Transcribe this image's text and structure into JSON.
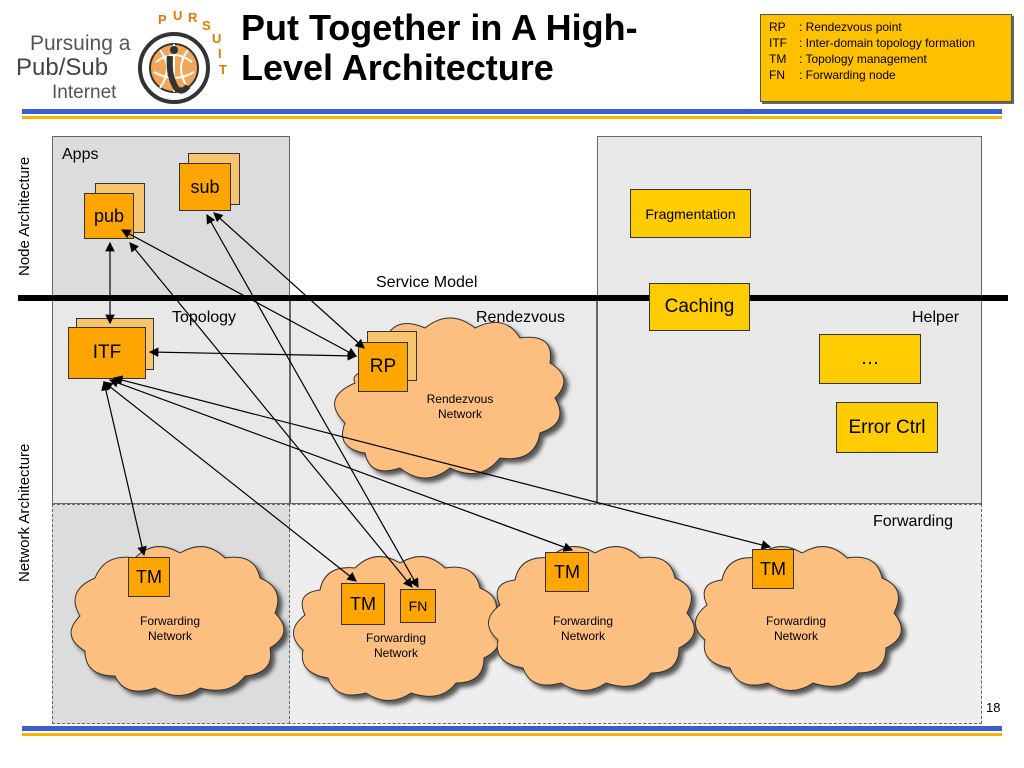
{
  "logo": {
    "line1": "Pursuing a",
    "line2": "Pub/Sub",
    "line3": "Internet",
    "brand": "PURSUIT",
    "brand_letters": [
      "P",
      "U",
      "R",
      "S",
      "U",
      "I",
      "T"
    ]
  },
  "title": {
    "line1": "Put Together in A High-",
    "line2": "Level Architecture"
  },
  "legend": [
    {
      "abbr": "RP",
      "desc": ": Rendezvous point"
    },
    {
      "abbr": "ITF",
      "desc": ": Inter-domain topology formation"
    },
    {
      "abbr": "TM",
      "desc": ": Topology management"
    },
    {
      "abbr": "FN",
      "desc": ": Forwarding node"
    }
  ],
  "side_labels": {
    "node": "Node Architecture",
    "network": "Network Architecture"
  },
  "regions": {
    "apps": "Apps",
    "service_model": "Service Model",
    "topology": "Topology",
    "rendezvous": "Rendezvous",
    "helper": "Helper",
    "forwarding": "Forwarding"
  },
  "nodes": {
    "pub": "pub",
    "sub": "sub",
    "itf": "ITF",
    "rp": "RP",
    "tm": "TM",
    "fn": "FN"
  },
  "helpers": {
    "fragmentation": "Fragmentation",
    "caching": "Caching",
    "ellipsis": "…",
    "error_ctrl": "Error Ctrl"
  },
  "clouds": {
    "rendezvous_line1": "Rendezvous",
    "rendezvous_line2": "Network",
    "forwarding_line1": "Forwarding",
    "forwarding_line2": "Network"
  },
  "page_number": "18",
  "colors": {
    "node_orange": "#FFA500",
    "cloud": "#FDBF80",
    "helper_yellow": "#FFCC00",
    "legend_bg": "#FFC000",
    "bar_blue": "#3A5FCD",
    "bar_yellow": "#F5B800"
  }
}
